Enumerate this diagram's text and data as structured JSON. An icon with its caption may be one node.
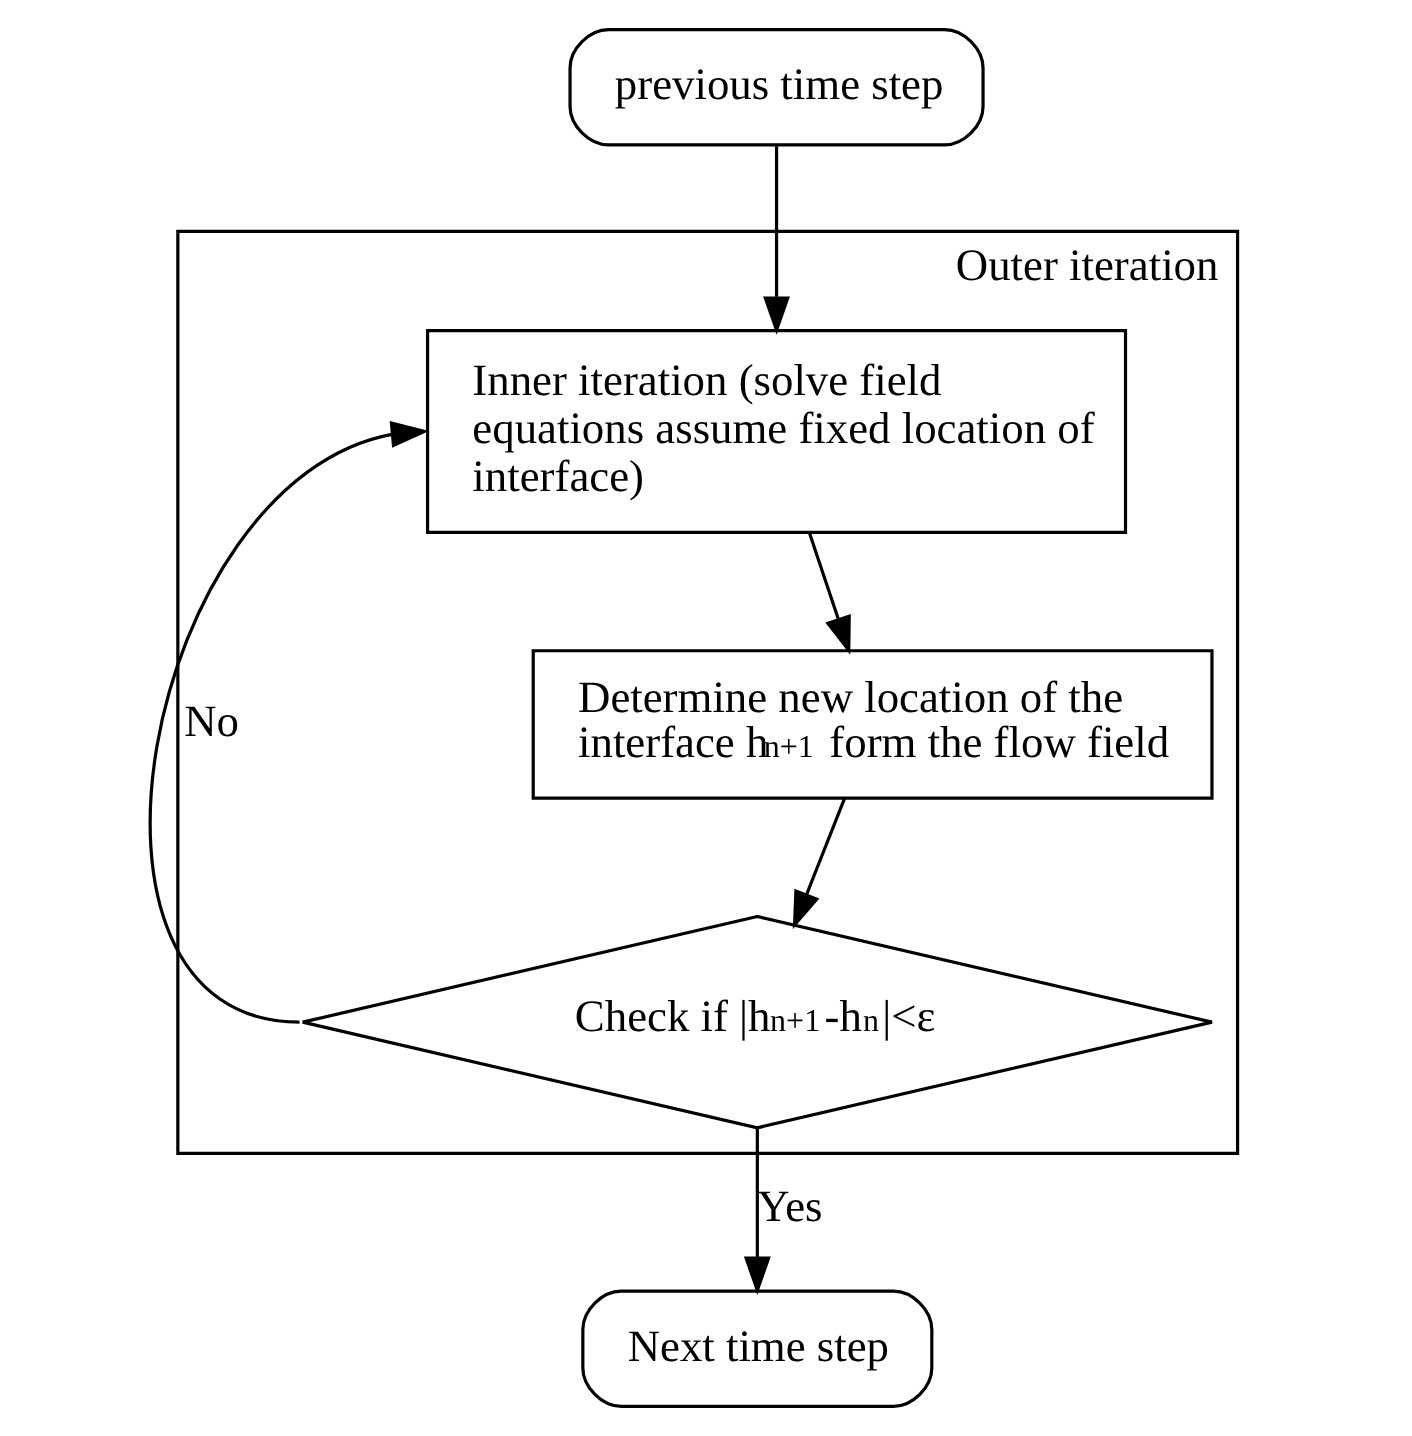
{
  "diagram": {
    "nodes": [
      {
        "text": [
          "previous time step"
        ]
      },
      {
        "text": [
          "Outer iteration"
        ]
      },
      {
        "text": [
          "Inner iteration (solve field equations assume fixed location of interface)"
        ],
        "in": 1
      },
      {
        "text": [
          "Determine new location of the interface h$_{n+1}$ form the flow field"
        ],
        "in": 1
      },
      {
        "text": [
          "Check if |h$_{n+1}$-h$_{n}$|<ε"
        ],
        "in": 1
      },
      {
        "text": [
          "Next time step"
        ]
      }
    ],
    "edges": [
      {
        "from": 0,
        "to": 2,
        "arrow": "to"
      },
      {
        "from": 2,
        "to": 3,
        "arrow": "to"
      },
      {
        "from": 3,
        "to": 4,
        "arrow": "to"
      },
      {
        "from": 4,
        "to": 2,
        "arrow": "to",
        "label": "No"
      },
      {
        "from": 4,
        "to": 5,
        "arrow": "to",
        "label": "Yes"
      }
    ]
  }
}
